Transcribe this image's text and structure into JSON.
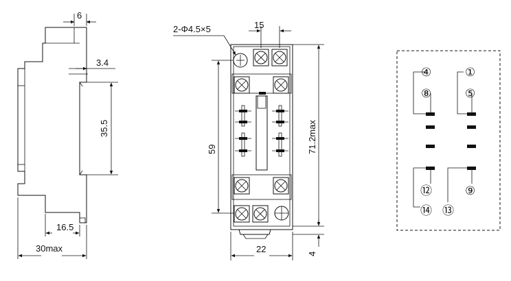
{
  "side_view": {
    "dim_top_width": "6",
    "dim_step": "3.4",
    "dim_rail": "35.5",
    "dim_foot": "16.5",
    "dim_overall_depth": "30max"
  },
  "front_view": {
    "mounting_holes": "2-Φ4.5×5",
    "dim_pitch": "15",
    "dim_hole_spacing": "59",
    "dim_overall_height": "71.2max",
    "dim_width": "22",
    "dim_clip": "4"
  },
  "wiring_diagram": {
    "terminals": [
      "④",
      "①",
      "⑧",
      "⑤",
      "⑫",
      "⑨",
      "⑭",
      "⑬"
    ]
  }
}
